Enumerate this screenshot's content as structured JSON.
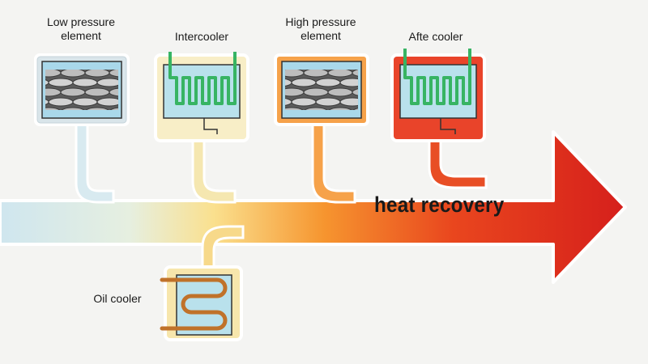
{
  "labels": {
    "low_pressure": "Low pressure\nelement",
    "intercooler": "Intercooler",
    "high_pressure": "High pressure\nelement",
    "aftercooler": "Afte cooler",
    "oil_cooler": "Oil cooler",
    "heat_recovery": "heat recovery"
  },
  "colors": {
    "cold": "#cfe6ef",
    "warm": "#f9dd8a",
    "orange": "#f5932f",
    "hot": "#d8201c",
    "coil_green": "#37b463",
    "coil_copper": "#c0722a",
    "water": "#b9e1ec"
  },
  "icons": {
    "low_pressure": "screw-rotor-icon",
    "intercooler": "coil-heat-exchanger-icon",
    "high_pressure": "screw-rotor-icon",
    "aftercooler": "coil-heat-exchanger-icon",
    "oil_cooler": "copper-coil-icon"
  }
}
